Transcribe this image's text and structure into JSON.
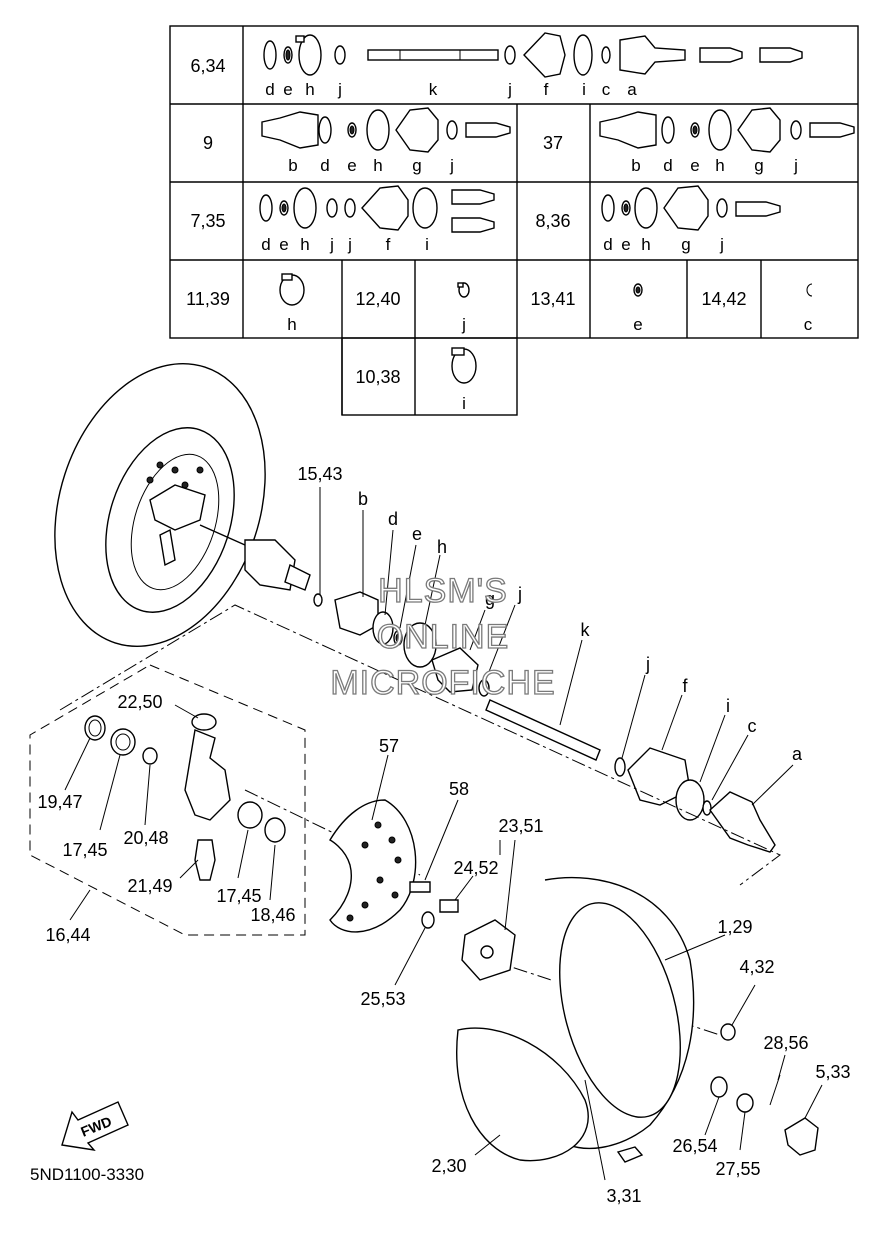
{
  "kit_table": {
    "rows": [
      {
        "cells": [
          {
            "label": "6,34",
            "parts": [
              "d",
              "e",
              "h",
              "j",
              "k",
              "j",
              "f",
              "i",
              "c",
              "a"
            ]
          }
        ]
      },
      {
        "cells": [
          {
            "label": "9",
            "parts": [
              "b",
              "d",
              "e",
              "h",
              "g",
              "j"
            ]
          },
          {
            "label": "37",
            "parts": [
              "b",
              "d",
              "e",
              "h",
              "g",
              "j"
            ]
          }
        ]
      },
      {
        "cells": [
          {
            "label": "7,35",
            "parts": [
              "d",
              "e",
              "h",
              "j",
              "j",
              "f",
              "i"
            ]
          },
          {
            "label": "8,36",
            "parts": [
              "d",
              "e",
              "h",
              "g",
              "j"
            ]
          }
        ]
      },
      {
        "cells": [
          {
            "label": "11,39",
            "parts": [
              "h"
            ]
          },
          {
            "label": "12,40",
            "parts": [
              "j"
            ]
          },
          {
            "label": "13,41",
            "parts": [
              "e"
            ]
          },
          {
            "label": "14,42",
            "parts": [
              "c"
            ]
          }
        ]
      },
      {
        "cells": [
          {
            "label": "10,38",
            "parts": [
              "i"
            ]
          }
        ]
      }
    ]
  },
  "callouts": {
    "c1543": "15,43",
    "b": "b",
    "d": "d",
    "e": "e",
    "h": "h",
    "g": "g",
    "j": "j",
    "k": "k",
    "j2": "j",
    "f": "f",
    "i": "i",
    "c": "c",
    "a": "a",
    "c2250": "22,50",
    "c1947": "19,47",
    "c1745": "17,45",
    "c2048": "20,48",
    "c2149": "21,49",
    "c1745b": "17,45",
    "c1846": "18,46",
    "c1644": "16,44",
    "c57": "57",
    "c58": "58",
    "c2351": "23,51",
    "c2452": "24,52",
    "c2553": "25,53",
    "c129": "1,29",
    "c432": "4,32",
    "c2856": "28,56",
    "c533": "5,33",
    "c2654": "26,54",
    "c2755": "27,55",
    "c230": "2,30",
    "c331": "3,31"
  },
  "fwd_label": "FWD",
  "drawing_code": "5ND1100-3330",
  "watermark": [
    "HLSM'S",
    "ONLINE",
    "MICROFICHE"
  ]
}
